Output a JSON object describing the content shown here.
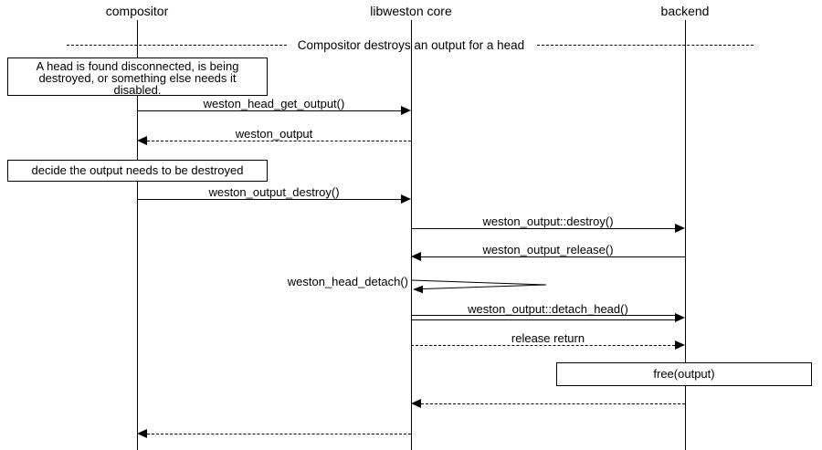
{
  "diagram": {
    "kind": "uml-sequence-diagram",
    "divider_label": "Compositor destroys an output for a head",
    "colors": {
      "line": "#000000",
      "background": "#ffffff"
    },
    "participants": [
      {
        "name": "compositor"
      },
      {
        "name": "libweston core"
      },
      {
        "name": "backend"
      }
    ],
    "notes": [
      {
        "lines": [
          "A head is found disconnected, is being",
          "destroyed, or something else needs it",
          "disabled."
        ]
      },
      {
        "lines": [
          "decide the output needs to be destroyed"
        ]
      },
      {
        "lines": [
          "free(output)"
        ]
      }
    ],
    "messages": [
      {
        "label": "weston_head_get_output()",
        "from": "compositor",
        "to": "libweston core",
        "style": "solid"
      },
      {
        "label": "weston_output",
        "from": "libweston core",
        "to": "compositor",
        "style": "dotted-return"
      },
      {
        "label": "weston_output_destroy()",
        "from": "compositor",
        "to": "libweston core",
        "style": "solid"
      },
      {
        "label": "weston_output::destroy()",
        "from": "libweston core",
        "to": "backend",
        "style": "solid"
      },
      {
        "label": "weston_output_release()",
        "from": "backend",
        "to": "libweston core",
        "style": "solid"
      },
      {
        "label": "weston_head_detach()",
        "from": "libweston core",
        "to": "libweston core",
        "style": "self"
      },
      {
        "label": "weston_output::detach_head()",
        "from": "libweston core",
        "to": "backend",
        "style": "double-solid"
      },
      {
        "label": "release return",
        "from": "libweston core",
        "to": "backend",
        "style": "dotted-return"
      },
      {
        "label": "",
        "from": "backend",
        "to": "libweston core",
        "style": "dotted-return"
      },
      {
        "label": "",
        "from": "libweston core",
        "to": "compositor",
        "style": "dotted-return"
      }
    ]
  }
}
